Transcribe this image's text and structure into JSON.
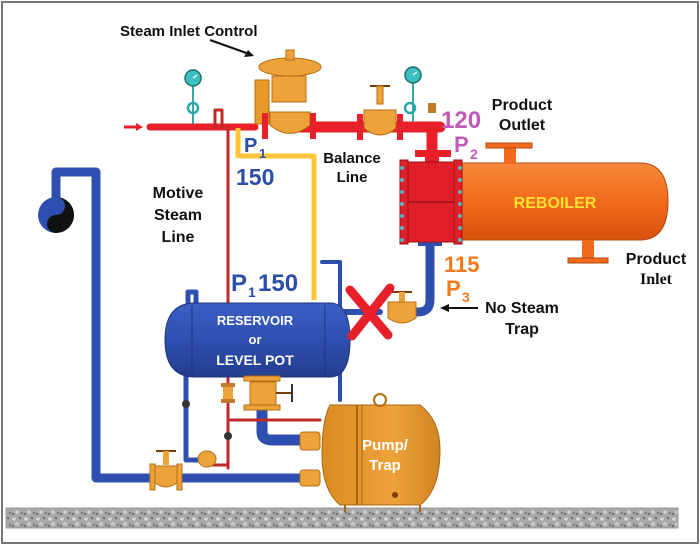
{
  "diagram": {
    "title_label": "Steam Inlet Control",
    "labels": {
      "motive_steam": [
        "Motive",
        "Steam",
        "Line"
      ],
      "balance_line": [
        "Balance",
        "Line"
      ],
      "product_outlet": [
        "Product",
        "Outlet"
      ],
      "product_inlet": [
        "Product",
        "Inlet"
      ],
      "no_steam_trap": [
        "No Steam",
        "Trap"
      ],
      "reboiler": "REBOILER",
      "reservoir": [
        "RESERVOIR",
        "or",
        "LEVEL POT"
      ],
      "pump_trap": [
        "Pump/",
        "Trap"
      ]
    },
    "pressures": {
      "p1_top": {
        "symbol": "P",
        "sub": "1",
        "value": "150"
      },
      "p1_reservoir": {
        "symbol": "P",
        "sub": "1",
        "value": "150"
      },
      "p2": {
        "symbol": "P",
        "sub": "2",
        "value": "120"
      },
      "p3": {
        "symbol": "P",
        "sub": "3",
        "value": "115"
      }
    },
    "colors": {
      "steam_red": "#e8202a",
      "condensate_blue": "#2f4fb0",
      "valve_orange": "#e89a2a",
      "reboiler_orange": "#f26a1b",
      "balance_yellow": "#ffc43a",
      "p1_blue": "#2a4fa8",
      "p2_purple": "#c25bb8",
      "p3_orange": "#f07a1c",
      "reboiler_text": "#ffe033"
    }
  }
}
